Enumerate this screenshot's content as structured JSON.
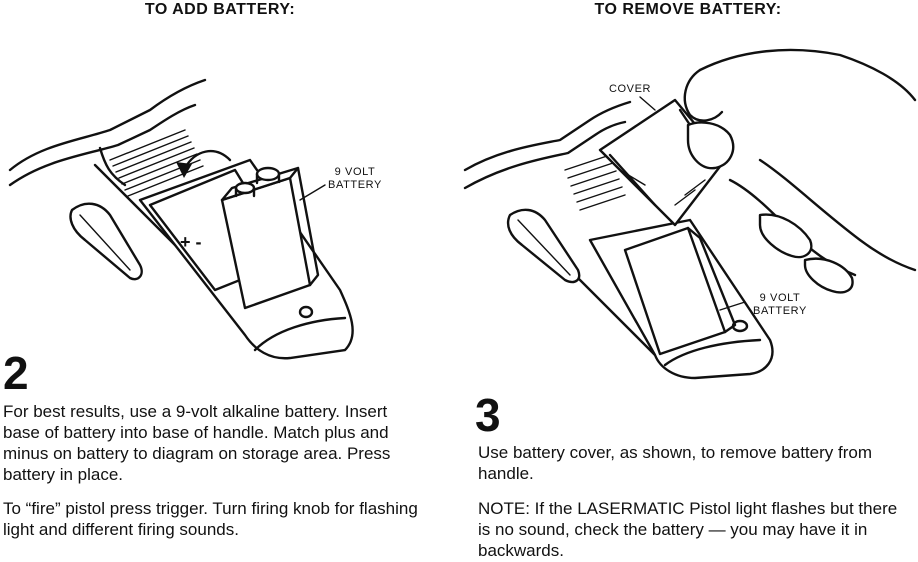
{
  "left": {
    "heading": "TO ADD BATTERY:",
    "battery_label_line1": "9 VOLT",
    "battery_label_line2": "BATTERY",
    "step_number": "2",
    "paragraph1": "For best results, use a 9-volt alkaline battery. Insert base of battery into base of handle. Match plus and minus on battery to diagram on storage area. Press battery in place.",
    "paragraph2": "To “fire” pistol press trigger. Turn firing knob for flashing light and different firing sounds.",
    "battery_diagram_marks": "+ -"
  },
  "right": {
    "heading": "TO REMOVE BATTERY:",
    "cover_label": "COVER",
    "battery_label_line1": "9 VOLT",
    "battery_label_line2": "BATTERY",
    "step_number": "3",
    "paragraph1": "Use battery cover, as shown, to remove battery from handle.",
    "paragraph2": "NOTE: If the LASERMATIC Pistol light flashes but there is no sound, check the battery — you may have it in backwards."
  },
  "colors": {
    "ink": "#111111",
    "paper": "#ffffff"
  }
}
